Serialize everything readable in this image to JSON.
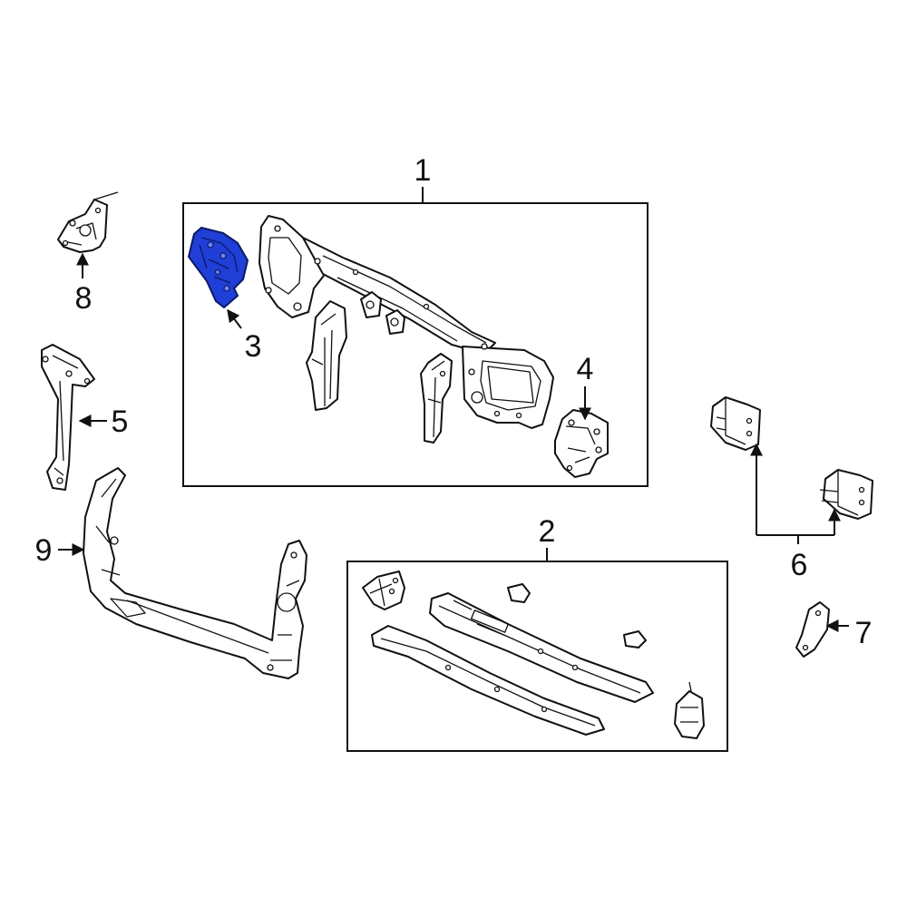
{
  "colors": {
    "highlight": "#1f3fd6",
    "line": "#111111",
    "background": "#ffffff"
  },
  "callouts": {
    "c1": "1",
    "c2": "2",
    "c3": "3",
    "c4": "4",
    "c5": "5",
    "c6": "6",
    "c7": "7",
    "c8": "8",
    "c9": "9"
  },
  "highlighted_part": "3"
}
